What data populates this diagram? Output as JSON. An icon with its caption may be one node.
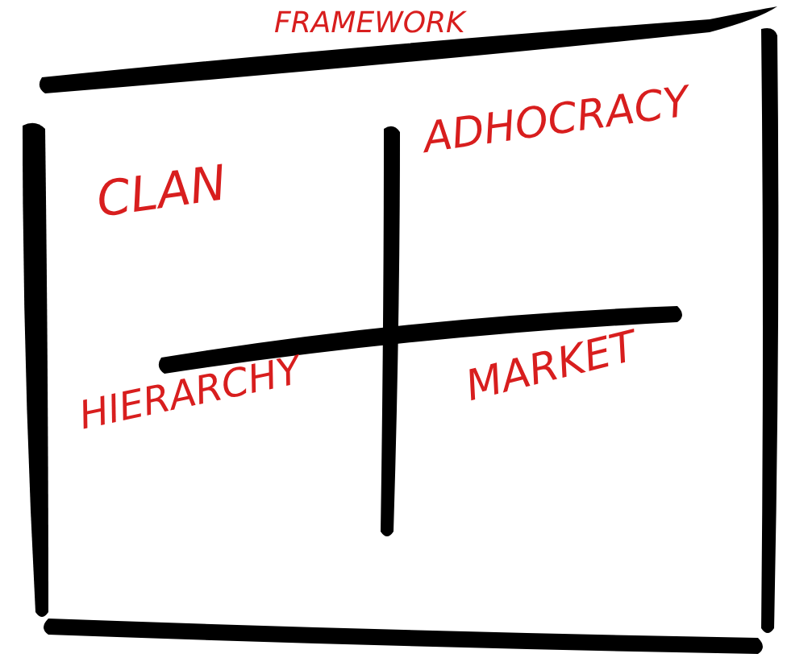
{
  "diagram": {
    "title": "FRAMEWORK",
    "labels": [
      "CLAN",
      "ADHOCRACY",
      "HIERARCHY",
      "MARKET"
    ]
  }
}
